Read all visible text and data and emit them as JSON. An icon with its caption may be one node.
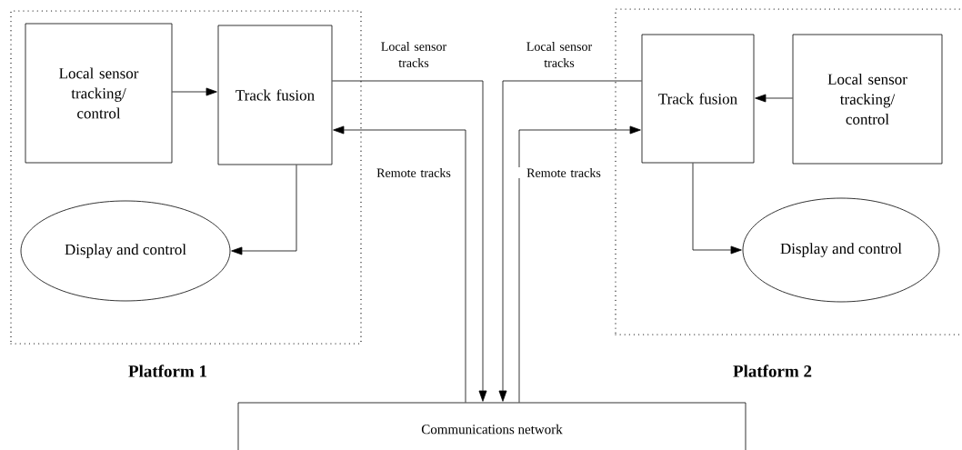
{
  "diagram": {
    "nodes": [
      {
        "text": [
          "Platform 1"
        ]
      },
      {
        "text": [
          "Local sensor tracking/ control"
        ],
        "in": 0
      },
      {
        "text": [
          "Track fusion"
        ],
        "in": 0
      },
      {
        "text": [
          "Display and control"
        ],
        "in": 0
      },
      {
        "text": [
          "Platform 2"
        ]
      },
      {
        "text": [
          "Track fusion"
        ],
        "in": 4
      },
      {
        "text": [
          "Local sensor tracking/ control"
        ],
        "in": 4
      },
      {
        "text": [
          "Display and control"
        ],
        "in": 4
      },
      {
        "text": [
          "Communications network"
        ]
      }
    ],
    "edges": [
      {
        "from": 1,
        "to": 2,
        "arrow": "to"
      },
      {
        "from": 2,
        "to": 3,
        "arrow": "to"
      },
      {
        "from": 2,
        "to": 8,
        "arrow": "to",
        "label": "Local sensor tracks"
      },
      {
        "from": 8,
        "to": 2,
        "arrow": "to",
        "label": "Remote tracks"
      },
      {
        "from": 5,
        "to": 8,
        "arrow": "to",
        "label": "Local sensor tracks"
      },
      {
        "from": 8,
        "to": 5,
        "arrow": "to",
        "label": "Remote tracks"
      },
      {
        "from": 6,
        "to": 5,
        "arrow": "to"
      },
      {
        "from": 5,
        "to": 7,
        "arrow": "to"
      }
    ]
  }
}
